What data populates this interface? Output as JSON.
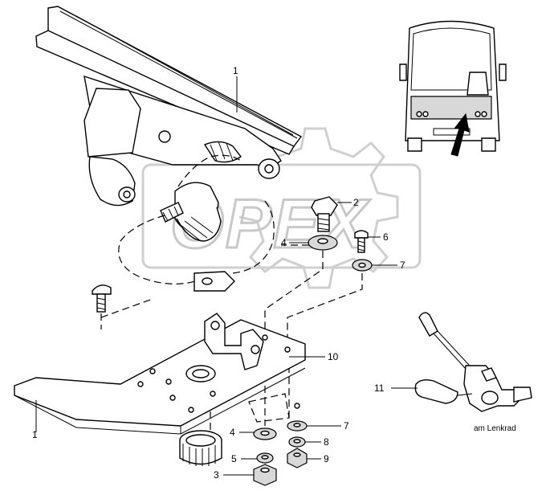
{
  "watermark": {
    "text": "OPEX"
  },
  "note": {
    "steering_text": "am Lenkrad"
  },
  "callouts": [
    {
      "id": "c1-top",
      "label": "1"
    },
    {
      "id": "c2",
      "label": "2"
    },
    {
      "id": "c4-top",
      "label": "4"
    },
    {
      "id": "c6",
      "label": "6"
    },
    {
      "id": "c7-top",
      "label": "7"
    },
    {
      "id": "c10",
      "label": "10"
    },
    {
      "id": "c11",
      "label": "11"
    },
    {
      "id": "c1-bottom",
      "label": "1"
    },
    {
      "id": "c4-bottom",
      "label": "4"
    },
    {
      "id": "c7-bottom",
      "label": "7"
    },
    {
      "id": "c8",
      "label": "8"
    },
    {
      "id": "c5",
      "label": "5"
    },
    {
      "id": "c9",
      "label": "9"
    },
    {
      "id": "c3",
      "label": "3"
    }
  ]
}
